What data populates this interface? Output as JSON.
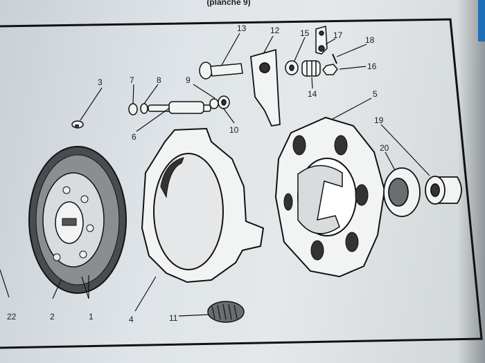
{
  "header": {
    "plate_label": "(planche 9)"
  },
  "callouts": [
    {
      "id": "1",
      "text": "1"
    },
    {
      "id": "2",
      "text": "2"
    },
    {
      "id": "3",
      "text": "3"
    },
    {
      "id": "4",
      "text": "4"
    },
    {
      "id": "5",
      "text": "5"
    },
    {
      "id": "6",
      "text": "6"
    },
    {
      "id": "7",
      "text": "7"
    },
    {
      "id": "8",
      "text": "8"
    },
    {
      "id": "9",
      "text": "9"
    },
    {
      "id": "10",
      "text": "10"
    },
    {
      "id": "11",
      "text": "11"
    },
    {
      "id": "12",
      "text": "12"
    },
    {
      "id": "13",
      "text": "13"
    },
    {
      "id": "14",
      "text": "14"
    },
    {
      "id": "15",
      "text": "15"
    },
    {
      "id": "16",
      "text": "16"
    },
    {
      "id": "17",
      "text": "17"
    },
    {
      "id": "18",
      "text": "18"
    },
    {
      "id": "19",
      "text": "19"
    },
    {
      "id": "20",
      "text": "20"
    },
    {
      "id": "22",
      "text": "22"
    }
  ],
  "colors": {
    "ink": "#1a1a1a",
    "paper": "#e2e6e9",
    "frame": "#111111"
  }
}
